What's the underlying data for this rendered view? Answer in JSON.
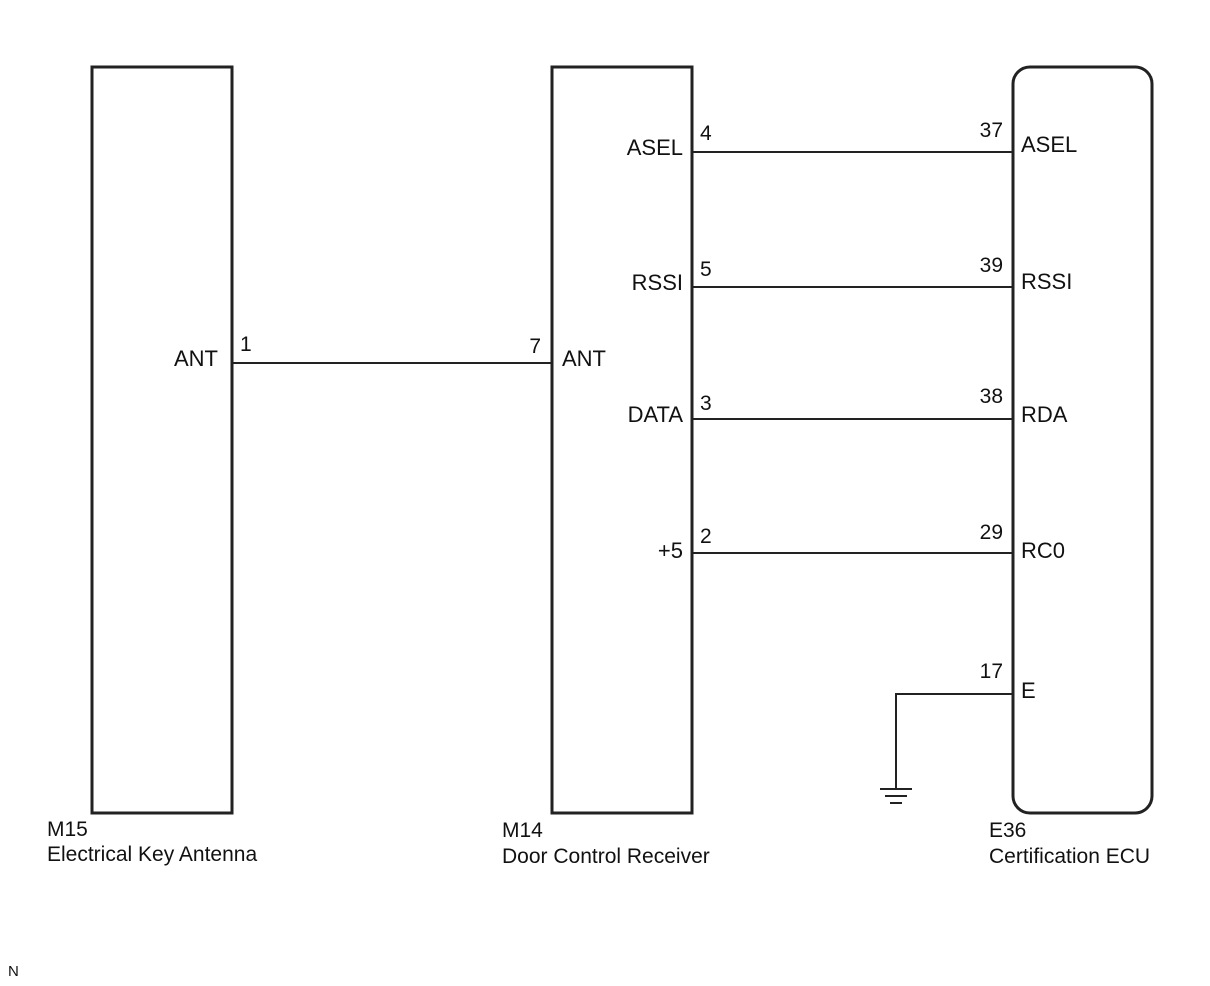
{
  "components": {
    "m15": {
      "code": "M15",
      "name": "Electrical Key Antenna"
    },
    "m14": {
      "code": "M14",
      "name": "Door Control Receiver"
    },
    "e36": {
      "code": "E36",
      "name": "Certification ECU"
    }
  },
  "m15_pins": {
    "ant": {
      "label": "ANT",
      "num": "1"
    }
  },
  "m14_pins": {
    "ant": {
      "label": "ANT",
      "num": "7"
    },
    "asel": {
      "label": "ASEL",
      "num": "4"
    },
    "rssi": {
      "label": "RSSI",
      "num": "5"
    },
    "data": {
      "label": "DATA",
      "num": "3"
    },
    "plus5": {
      "label": "+5",
      "num": "2"
    }
  },
  "e36_pins": {
    "asel": {
      "label": "ASEL",
      "num": "37"
    },
    "rssi": {
      "label": "RSSI",
      "num": "39"
    },
    "rda": {
      "label": "RDA",
      "num": "38"
    },
    "rc0": {
      "label": "RC0",
      "num": "29"
    },
    "e": {
      "label": "E",
      "num": "17"
    }
  },
  "footer": {
    "mark": "N"
  }
}
